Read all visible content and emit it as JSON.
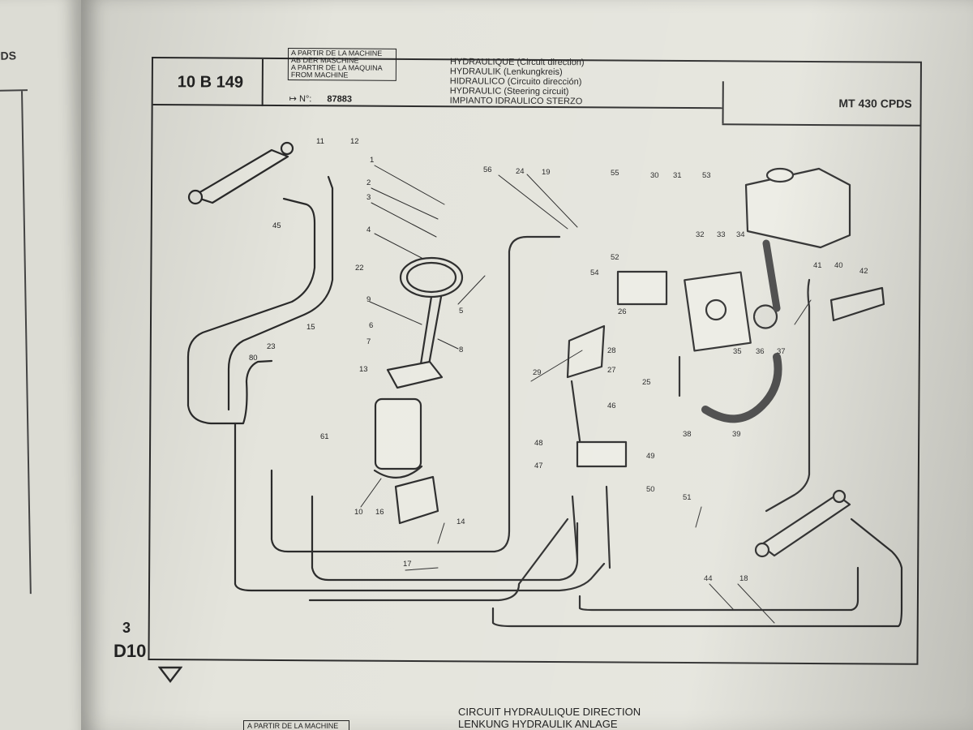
{
  "left_page": {
    "label": "PDS"
  },
  "header": {
    "reference": "10 B 149",
    "from_machine_lines": [
      "A PARTIR DE LA MACHINE",
      "AB DER MASCHINE",
      "A PARTIR DE LA MAQUINA",
      "FROM MACHINE"
    ],
    "serial_prefix": "N°:",
    "serial_number": "87883",
    "titles": [
      "HYDRAULIQUE (Circuit direction)",
      "HYDRAULIK (Lenkungkreis)",
      "HIDRAULICO (Circuito dirección)",
      "HYDRAULIC (Steering circuit)",
      "IMPIANTO IDRAULICO STERZO"
    ],
    "model": "MT 430 CPDS"
  },
  "page_marker": {
    "number": "3",
    "section": "D10"
  },
  "footer": {
    "line1": "CIRCUIT HYDRAULIQUE DIRECTION",
    "line2": "LENKUNG HYDRAULIK ANLAGE",
    "box_label": "A PARTIR DE LA MACHINE"
  },
  "callouts": [
    "1",
    "2",
    "3",
    "4",
    "5",
    "6",
    "7",
    "8",
    "9",
    "10",
    "11",
    "12",
    "13",
    "14",
    "15",
    "16",
    "17",
    "18",
    "19",
    "22",
    "23",
    "24",
    "25",
    "26",
    "27",
    "28",
    "29",
    "30",
    "31",
    "32",
    "33",
    "34",
    "35",
    "36",
    "37",
    "38",
    "39",
    "40",
    "41",
    "42",
    "44",
    "45",
    "46",
    "47",
    "48",
    "49",
    "50",
    "51",
    "52",
    "53",
    "54",
    "55",
    "56",
    "61",
    "80"
  ]
}
